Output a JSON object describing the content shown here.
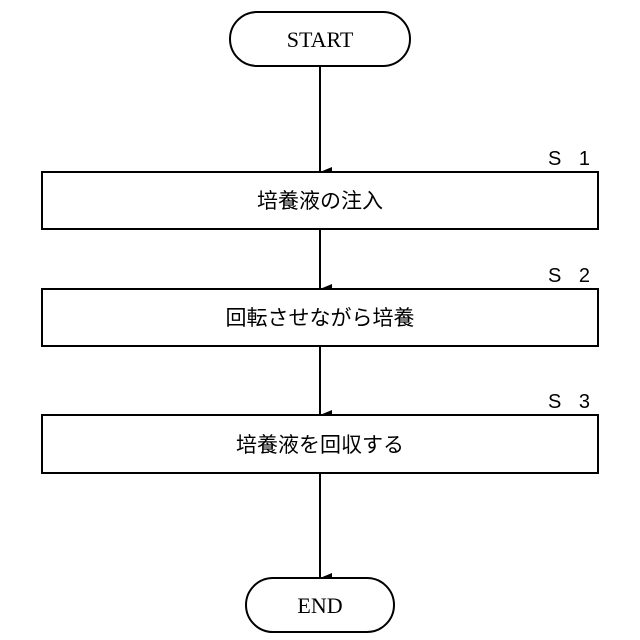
{
  "terminals": {
    "start": "START",
    "end": "END"
  },
  "steps": [
    {
      "id": "S 1",
      "label": "培養液の注入"
    },
    {
      "id": "S 2",
      "label": "回転させながら培養"
    },
    {
      "id": "S 3",
      "label": "培養液を回収する"
    }
  ],
  "colors": {
    "stroke": "#000000",
    "background": "#ffffff"
  }
}
